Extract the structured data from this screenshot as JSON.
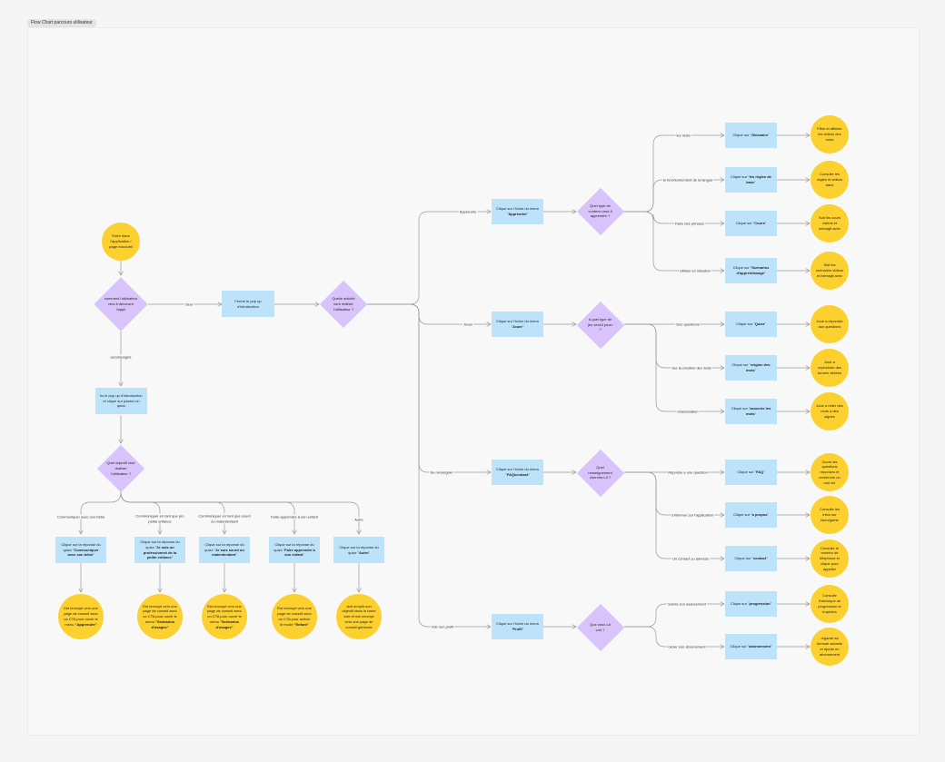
{
  "frame": {
    "title": "Flow Chart parcours utilisateur"
  },
  "colors": {
    "rect": "#bde3fb",
    "circle": "#fcd02e",
    "diamond": "#d8c4fb",
    "line": "#9a9a9a"
  },
  "nodes": {
    "start": {
      "text": "Entre dans l'application / page d'accueil"
    },
    "q_discover": {
      "text": "comment l'utilisateur veut-il découvrir l'appli"
    },
    "close_popup": {
      "text": "Ferme le pop up d'introduction"
    },
    "q_activity": {
      "text": "Quelle activité veut réaliser l'utilisateur ?"
    },
    "quiz_popup": {
      "text": "lis le pop up d'introduction et clique sur passer un quizz"
    },
    "q_objective": {
      "text": "Quel objectif veut réaliser l'utilisateur ?"
    },
    "r_bebe": {
      "pre": "Clique sur la réponse du quizz \"",
      "bold": "Communiquer avec son bébé",
      "post": "\""
    },
    "r_pro": {
      "pre": "Clique sur la réponse du quizz \"",
      "bold": "Je suis un professionnel de la petite enfance",
      "post": "\""
    },
    "r_malent": {
      "pre": "Clique sur la réponse du quizz \"",
      "bold": "Je suis sourd ou malentendant",
      "post": "\""
    },
    "r_enfant": {
      "pre": "Clique sur la réponse du quizz \"",
      "bold": "Faire apprendre à son enfant",
      "post": "\""
    },
    "r_autre": {
      "pre": "Clique sur la réponse du quizz \"",
      "bold": "Autre",
      "post": "\""
    },
    "o_bebe": {
      "pre": "Est renvoyé vers une page de conseil avec un CTA pour ouvrir le menu ",
      "bold": "\"Apprendre\"",
      "post": ""
    },
    "o_pro": {
      "pre": "Est renvoyé vers une page de conseil avec un CTA pour ouvrir le menu ",
      "bold": "\"Scénarios d'usages\"",
      "post": ""
    },
    "o_malent": {
      "pre": "Est renvoyé vers une page de conseil avec un CTA pour ouvrir le menu ",
      "bold": "\"Scénarios d'usages\"",
      "post": ""
    },
    "o_enfant": {
      "pre": "Est renvoyé vers une page de conseil avec un CTA pour activer le mode ",
      "bold": "\"Enfant\"",
      "post": ""
    },
    "o_autre": {
      "pre": "doit remplir son objectif dans la barre vide et est renvoyé vers une page de conseil générale",
      "bold": "",
      "post": ""
    },
    "m_apprendre": {
      "pre": "Clique sur l'icône du menu \"",
      "bold": "Apprendre",
      "post": "\""
    },
    "m_jouer": {
      "pre": "Clique sur l'icône du menu \"",
      "bold": "Jouer",
      "post": "\""
    },
    "m_faq": {
      "pre": "Clique sur l'icône du menu \"",
      "bold": "FAQ/contact",
      "post": "\""
    },
    "m_profil": {
      "pre": "Clique sur l'icône du menu \"",
      "bold": "Profil",
      "post": "\""
    },
    "q_contenu": {
      "text": "Quel type de contenu veut-il apprendre ?"
    },
    "q_jeu": {
      "text": "A quel type de jeu veut-il jouer ?"
    },
    "q_renseigner": {
      "text": "Quel renseignement cherche-t-il ?"
    },
    "q_voir": {
      "text": "Que veux-t-il voir ?"
    },
    "c_glossaire": {
      "pre": "Clique sur \"",
      "bold": "Glossaire",
      "post": "\""
    },
    "c_regles": {
      "pre": "Clique sur \"",
      "bold": "les règles de base",
      "post": "\""
    },
    "c_cours": {
      "pre": "Clique sur \"",
      "bold": "Cours",
      "post": "\""
    },
    "c_scenarios": {
      "pre": "Clique sur \"",
      "bold": "Scénarios d'apprentissage",
      "post": "\""
    },
    "c_quizz": {
      "pre": "Clique sur \"",
      "bold": "Quizz",
      "post": "\""
    },
    "c_origine": {
      "pre": "Clique sur \"",
      "bold": "origine des mots",
      "post": "\""
    },
    "c_associer": {
      "pre": "Clique sur \"",
      "bold": "associer les mots",
      "post": "\""
    },
    "c_faq": {
      "pre": "Clique sur \"",
      "bold": "FAQ",
      "post": "\""
    },
    "c_apropos": {
      "pre": "Clique sur \"",
      "bold": "a propos",
      "post": "\""
    },
    "c_contact": {
      "pre": "Clique sur \"",
      "bold": "contact",
      "post": "\""
    },
    "c_progression": {
      "pre": "Clique sur \"",
      "bold": "progression",
      "post": "\""
    },
    "c_abonnement": {
      "pre": "Clique sur \"",
      "bold": "abonnement",
      "post": "\""
    },
    "e_glossaire": {
      "text": "Filtre et afficher les vidéos des mots"
    },
    "e_regles": {
      "text": "Consulte les règles et vidéos dans"
    },
    "e_cours": {
      "text": "Suit les cours vidéos et interagit avec"
    },
    "e_scenarios": {
      "text": "Suit les scénarios vidéos et interagit avec"
    },
    "e_quizz": {
      "text": "Joue a répondre aux questions"
    },
    "e_origine": {
      "text": "Joue a reproduire des formes dictées"
    },
    "e_associer": {
      "text": "Joue a relier des mots a des signes"
    },
    "e_faq": {
      "text": "Ouvre les questions réponses et recherche un mot clé"
    },
    "e_apropos": {
      "text": "Consulte les infos sur Nom/game"
    },
    "e_contact": {
      "text": "Consulte le numéro de téléphone et clique pour appeller"
    },
    "e_progression": {
      "text": "Consulte l'historique de progression et trophées"
    },
    "e_abonnement": {
      "text": "regarde sa formule actuelle et ajoute un abonnement"
    }
  },
  "labels": {
    "seul": "Seul",
    "accompagne": "accompagné",
    "obj_bebe": "Communiquer avec son bébé",
    "obj_pro": "Communiquer en tant que pro petite enfance",
    "obj_malent": "Communiquer en tant que sourd ou malentendant",
    "obj_enfant": "Faire apprendre à son enfant",
    "obj_autre": "Autre",
    "act_apprendre": "Apprendre",
    "act_jouer": "Jouer",
    "act_renseigner": "Se renseigner",
    "act_profil": "Voir son profil",
    "br_mots": "les mots",
    "br_fonctionnement": "le fonctionnement de la langue",
    "br_phrases": "Faire des phrases",
    "br_situation": "Utiliser en situation",
    "br_questions": "Des questions",
    "br_creation": "Sur la création des mots",
    "br_association": "d'association",
    "br_reponse": "Réponse a une question",
    "br_informer": "s'informer sur l'application",
    "br_contact": "Un contact ou adresse",
    "br_avancement": "Suivre son avancement",
    "br_abonnement": "Gérer son abonnement"
  }
}
